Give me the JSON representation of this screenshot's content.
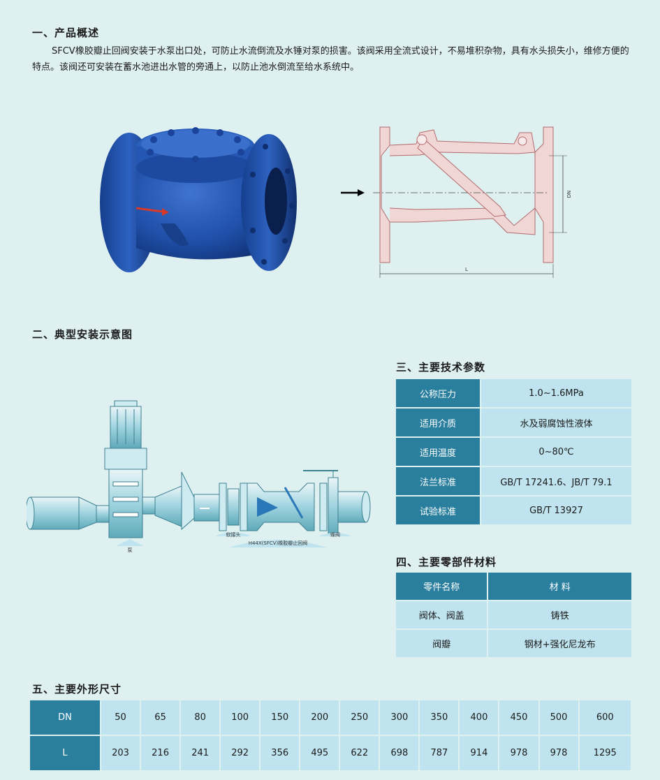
{
  "section1": {
    "title": "一、产品概述",
    "text": "SFCV橡胶瓣止回阀安装于水泵出口处，可防止水流倒流及水锤对泵的损害。该阀采用全流式设计，不易堆积杂物，具有水头损失小，维修方便的特点。该阀还可安装在蓄水池进出水管的旁通上，以防止池水倒流至给水系统中。"
  },
  "drawing": {
    "dn_label": "DN",
    "l_label": "L"
  },
  "section2": {
    "title": "二、典型安装示意图",
    "labels": {
      "pump": "泵",
      "joint": "软接头",
      "valve": "H44X(SFCV)橡胶瓣止回阀",
      "gate": "蝶阀"
    }
  },
  "section3": {
    "title": "三、主要技术参数",
    "rows": [
      {
        "k": "公称压力",
        "v": "1.0~1.6MPa"
      },
      {
        "k": "适用介质",
        "v": "水及弱腐蚀性液体"
      },
      {
        "k": "适用温度",
        "v": "0~80℃"
      },
      {
        "k": "法兰标准",
        "v": "GB/T 17241.6、JB/T 79.1"
      },
      {
        "k": "试验标准",
        "v": "GB/T 13927"
      }
    ]
  },
  "section4": {
    "title": "四、主要零部件材料",
    "header": {
      "name": "零件名称",
      "material": "材 料"
    },
    "rows": [
      {
        "name": "阀体、阀盖",
        "material": "铸铁"
      },
      {
        "name": "阀瓣",
        "material": "钢材+强化尼龙布"
      }
    ]
  },
  "section5": {
    "title": "五、主要外形尺寸",
    "dn_label": "DN",
    "l_label": "L",
    "dn": [
      "50",
      "65",
      "80",
      "100",
      "150",
      "200",
      "250",
      "300",
      "350",
      "400",
      "450",
      "500",
      "600"
    ],
    "l": [
      "203",
      "216",
      "241",
      "292",
      "356",
      "495",
      "622",
      "698",
      "787",
      "914",
      "978",
      "978",
      "1295"
    ]
  },
  "colors": {
    "header_bg": "#2a7f9e",
    "cell_bg": "#bfe4ef",
    "page_bg": "#dff0f1",
    "valve_blue": "#1f4fa8"
  }
}
